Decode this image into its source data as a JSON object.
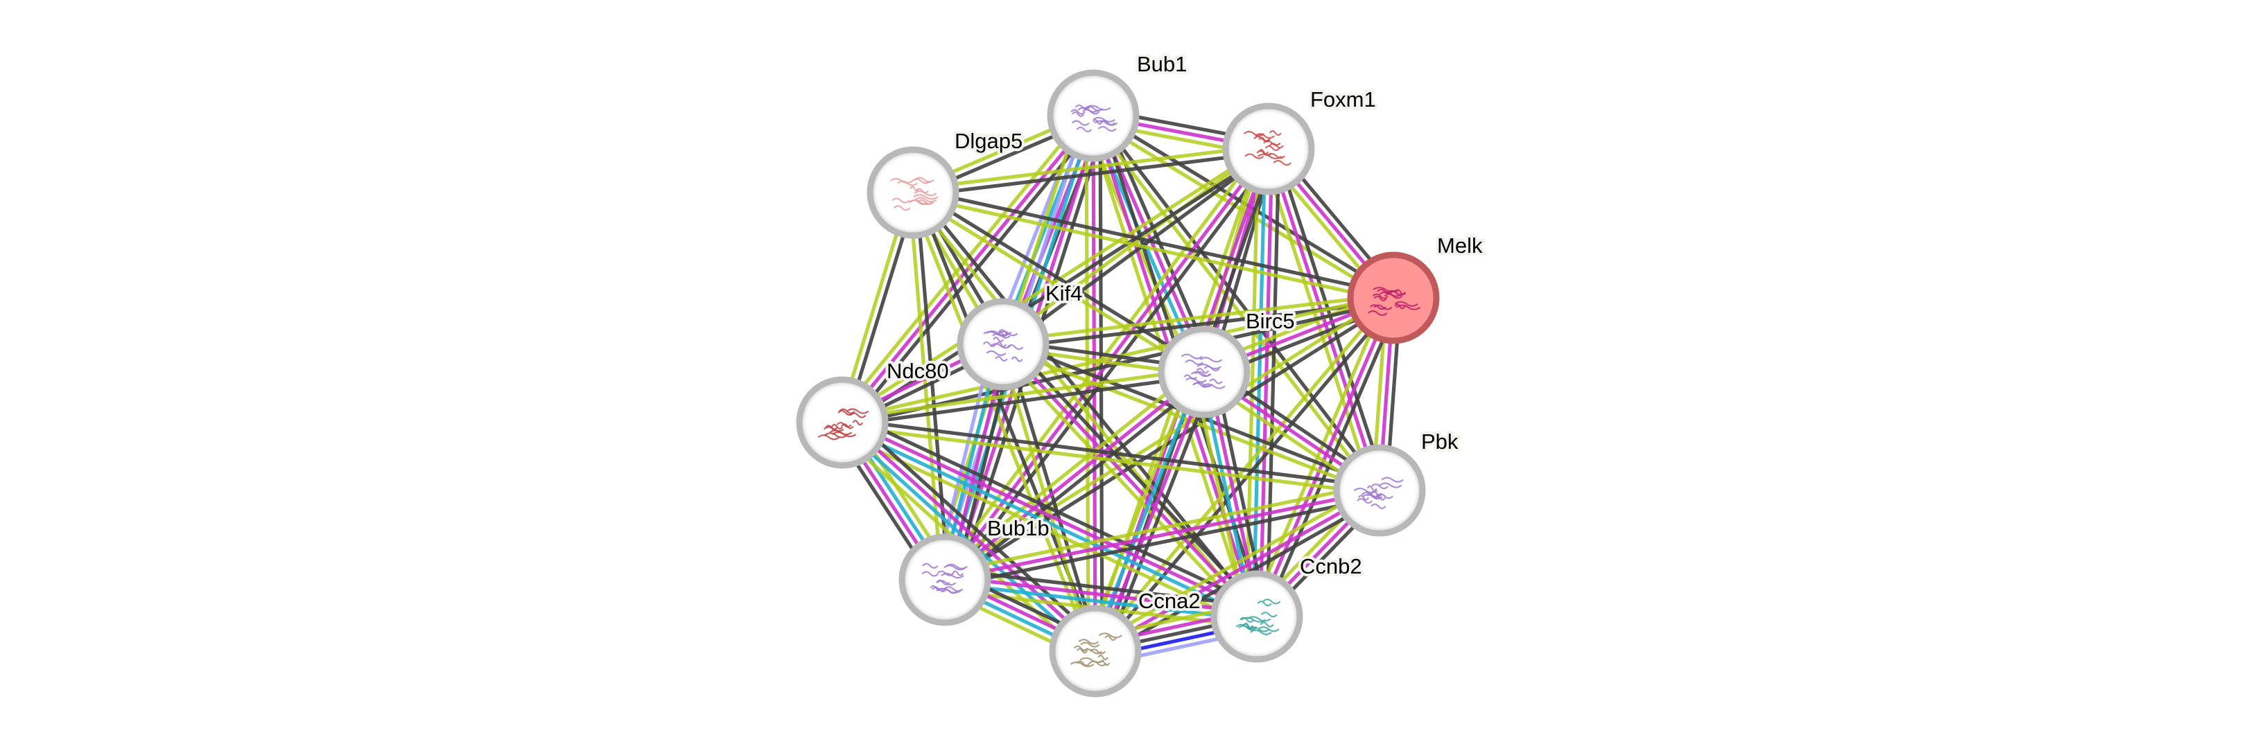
{
  "network": {
    "title": "STRING protein interaction network",
    "query_protein": "Melk",
    "evidence_colors": {
      "coexpression": "#404040",
      "experiments": "#cc33cc",
      "textmining": "#b2cc1a",
      "databases": "#22b0d0",
      "homology": "#a0a0f8",
      "cooccurrence": "#1a1aee"
    },
    "node_style": {
      "default_fill": "#ffffff",
      "default_ring": "#b8b8b8",
      "query_fill": "#ff9696",
      "query_ring": "#c05a5a"
    },
    "nodes": [
      {
        "id": "Bub1",
        "label": "Bub1",
        "structure_color": "#a07ad0",
        "query": false
      },
      {
        "id": "Foxm1",
        "label": "Foxm1",
        "structure_color": "#cc4a4a",
        "query": false
      },
      {
        "id": "Dlgap5",
        "label": "Dlgap5",
        "structure_color": "#e8a0a0",
        "query": false
      },
      {
        "id": "Melk",
        "label": "Melk",
        "structure_color": "#c0206a",
        "query": true
      },
      {
        "id": "Kif4",
        "label": "Kif4",
        "structure_color": "#a07ad0",
        "query": false
      },
      {
        "id": "Birc5",
        "label": "Birc5",
        "structure_color": "#a07ad0",
        "query": false
      },
      {
        "id": "Ndc80",
        "label": "Ndc80",
        "structure_color": "#c04040",
        "query": false
      },
      {
        "id": "Pbk",
        "label": "Pbk",
        "structure_color": "#a07ad0",
        "query": false
      },
      {
        "id": "Bub1b",
        "label": "Bub1b",
        "structure_color": "#a07ad0",
        "query": false
      },
      {
        "id": "Ccnb2",
        "label": "Ccnb2",
        "structure_color": "#40a8a0",
        "query": false
      },
      {
        "id": "Ccna2",
        "label": "Ccna2",
        "structure_color": "#a09070",
        "query": false
      }
    ],
    "edges": [
      {
        "source": "Bub1",
        "target": "Foxm1",
        "evidence": [
          "coexpression",
          "experiments",
          "textmining"
        ]
      },
      {
        "source": "Bub1",
        "target": "Dlgap5",
        "evidence": [
          "coexpression",
          "textmining"
        ]
      },
      {
        "source": "Bub1",
        "target": "Melk",
        "evidence": [
          "coexpression",
          "textmining"
        ]
      },
      {
        "source": "Bub1",
        "target": "Kif4",
        "evidence": [
          "coexpression",
          "experiments",
          "databases",
          "homology"
        ]
      },
      {
        "source": "Bub1",
        "target": "Birc5",
        "evidence": [
          "coexpression",
          "experiments",
          "databases",
          "textmining"
        ]
      },
      {
        "source": "Bub1",
        "target": "Ndc80",
        "evidence": [
          "coexpression",
          "experiments",
          "textmining"
        ]
      },
      {
        "source": "Bub1",
        "target": "Pbk",
        "evidence": [
          "coexpression",
          "textmining"
        ]
      },
      {
        "source": "Bub1",
        "target": "Bub1b",
        "evidence": [
          "coexpression",
          "experiments",
          "databases",
          "homology",
          "textmining"
        ]
      },
      {
        "source": "Bub1",
        "target": "Ccnb2",
        "evidence": [
          "coexpression",
          "experiments",
          "textmining"
        ]
      },
      {
        "source": "Bub1",
        "target": "Ccna2",
        "evidence": [
          "coexpression",
          "experiments",
          "textmining"
        ]
      },
      {
        "source": "Foxm1",
        "target": "Dlgap5",
        "evidence": [
          "coexpression",
          "textmining"
        ]
      },
      {
        "source": "Foxm1",
        "target": "Melk",
        "evidence": [
          "coexpression",
          "experiments",
          "textmining"
        ]
      },
      {
        "source": "Foxm1",
        "target": "Kif4",
        "evidence": [
          "coexpression",
          "textmining"
        ]
      },
      {
        "source": "Foxm1",
        "target": "Birc5",
        "evidence": [
          "coexpression",
          "experiments",
          "textmining"
        ]
      },
      {
        "source": "Foxm1",
        "target": "Ndc80",
        "evidence": [
          "coexpression",
          "textmining"
        ]
      },
      {
        "source": "Foxm1",
        "target": "Pbk",
        "evidence": [
          "coexpression",
          "experiments",
          "textmining"
        ]
      },
      {
        "source": "Foxm1",
        "target": "Bub1b",
        "evidence": [
          "coexpression",
          "experiments",
          "textmining"
        ]
      },
      {
        "source": "Foxm1",
        "target": "Ccnb2",
        "evidence": [
          "coexpression",
          "experiments",
          "databases",
          "textmining"
        ]
      },
      {
        "source": "Foxm1",
        "target": "Ccna2",
        "evidence": [
          "coexpression",
          "experiments",
          "textmining"
        ]
      },
      {
        "source": "Dlgap5",
        "target": "Melk",
        "evidence": [
          "coexpression",
          "textmining"
        ]
      },
      {
        "source": "Dlgap5",
        "target": "Kif4",
        "evidence": [
          "coexpression",
          "textmining"
        ]
      },
      {
        "source": "Dlgap5",
        "target": "Birc5",
        "evidence": [
          "coexpression",
          "textmining"
        ]
      },
      {
        "source": "Dlgap5",
        "target": "Ndc80",
        "evidence": [
          "coexpression",
          "textmining"
        ]
      },
      {
        "source": "Dlgap5",
        "target": "Bub1b",
        "evidence": [
          "coexpression",
          "textmining"
        ]
      },
      {
        "source": "Dlgap5",
        "target": "Ccnb2",
        "evidence": [
          "coexpression",
          "textmining"
        ]
      },
      {
        "source": "Dlgap5",
        "target": "Ccna2",
        "evidence": [
          "coexpression",
          "textmining"
        ]
      },
      {
        "source": "Melk",
        "target": "Kif4",
        "evidence": [
          "coexpression",
          "textmining"
        ]
      },
      {
        "source": "Melk",
        "target": "Birc5",
        "evidence": [
          "coexpression",
          "experiments",
          "textmining"
        ]
      },
      {
        "source": "Melk",
        "target": "Ndc80",
        "evidence": [
          "coexpression",
          "textmining"
        ]
      },
      {
        "source": "Melk",
        "target": "Pbk",
        "evidence": [
          "coexpression",
          "experiments",
          "textmining"
        ]
      },
      {
        "source": "Melk",
        "target": "Bub1b",
        "evidence": [
          "coexpression",
          "textmining"
        ]
      },
      {
        "source": "Melk",
        "target": "Ccnb2",
        "evidence": [
          "coexpression",
          "experiments",
          "textmining"
        ]
      },
      {
        "source": "Melk",
        "target": "Ccna2",
        "evidence": [
          "coexpression",
          "textmining"
        ]
      },
      {
        "source": "Kif4",
        "target": "Birc5",
        "evidence": [
          "coexpression",
          "textmining"
        ]
      },
      {
        "source": "Kif4",
        "target": "Ndc80",
        "evidence": [
          "coexpression",
          "experiments"
        ]
      },
      {
        "source": "Kif4",
        "target": "Pbk",
        "evidence": [
          "coexpression",
          "textmining"
        ]
      },
      {
        "source": "Kif4",
        "target": "Bub1b",
        "evidence": [
          "coexpression",
          "experiments",
          "databases",
          "homology"
        ]
      },
      {
        "source": "Kif4",
        "target": "Ccnb2",
        "evidence": [
          "coexpression",
          "experiments",
          "textmining"
        ]
      },
      {
        "source": "Kif4",
        "target": "Ccna2",
        "evidence": [
          "coexpression",
          "textmining"
        ]
      },
      {
        "source": "Birc5",
        "target": "Ndc80",
        "evidence": [
          "coexpression",
          "textmining"
        ]
      },
      {
        "source": "Birc5",
        "target": "Pbk",
        "evidence": [
          "coexpression",
          "experiments",
          "textmining"
        ]
      },
      {
        "source": "Birc5",
        "target": "Bub1b",
        "evidence": [
          "coexpression",
          "experiments",
          "textmining"
        ]
      },
      {
        "source": "Birc5",
        "target": "Ccnb2",
        "evidence": [
          "coexpression",
          "experiments",
          "databases",
          "textmining"
        ]
      },
      {
        "source": "Birc5",
        "target": "Ccna2",
        "evidence": [
          "coexpression",
          "experiments",
          "databases",
          "textmining"
        ]
      },
      {
        "source": "Ndc80",
        "target": "Pbk",
        "evidence": [
          "coexpression",
          "textmining"
        ]
      },
      {
        "source": "Ndc80",
        "target": "Bub1b",
        "evidence": [
          "textmining",
          "databases",
          "experiments",
          "coexpression"
        ]
      },
      {
        "source": "Ndc80",
        "target": "Ccnb2",
        "evidence": [
          "coexpression",
          "experiments",
          "databases",
          "textmining"
        ]
      },
      {
        "source": "Ndc80",
        "target": "Ccna2",
        "evidence": [
          "coexpression",
          "experiments",
          "databases",
          "textmining"
        ]
      },
      {
        "source": "Pbk",
        "target": "Bub1b",
        "evidence": [
          "coexpression",
          "experiments",
          "textmining"
        ]
      },
      {
        "source": "Pbk",
        "target": "Ccnb2",
        "evidence": [
          "coexpression",
          "experiments",
          "textmining"
        ]
      },
      {
        "source": "Pbk",
        "target": "Ccna2",
        "evidence": [
          "coexpression",
          "experiments",
          "textmining"
        ]
      },
      {
        "source": "Bub1b",
        "target": "Ccnb2",
        "evidence": [
          "coexpression",
          "experiments",
          "databases",
          "textmining"
        ]
      },
      {
        "source": "Bub1b",
        "target": "Ccna2",
        "evidence": [
          "coexpression",
          "experiments",
          "databases",
          "textmining"
        ]
      },
      {
        "source": "Ccnb2",
        "target": "Ccna2",
        "evidence": [
          "homology",
          "cooccurrence",
          "coexpression",
          "experiments",
          "textmining"
        ]
      }
    ]
  }
}
